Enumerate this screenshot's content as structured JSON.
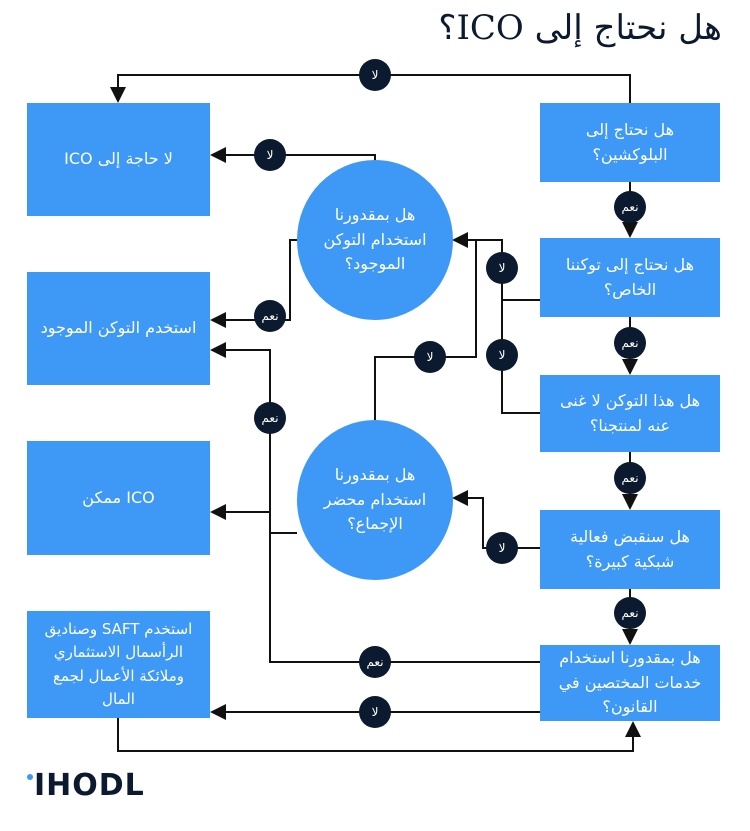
{
  "title": "هل نحتاج إلى ICO؟",
  "questions": [
    "هل نحتاج إلى البلوكشين؟",
    "هل نحتاج إلى توكننا الخاص؟",
    "هل هذا التوكن لا غنى عنه لمنتجنا؟",
    "هل سنقبض فعالية شبكية كبيرة؟",
    "هل بمقدورنا استخدام خدمات المختصين في القانون؟"
  ],
  "circles": [
    "هل بمقدورنا استخدام التوكن الموجود؟",
    "هل بمقدورنا استخدام محضر الإجماع؟"
  ],
  "outcomes": [
    "لا حاجة إلى ICO",
    "استخدم التوكن الموجود",
    "ICO ممكن",
    "استخدم SAFT وصناديق الرأسمال الاستثماري وملائكة الأعمال لجمع المال"
  ],
  "labels": {
    "yes": "نعم",
    "no": "لا"
  },
  "logo": "IHODL",
  "colors": {
    "box": "#3e98f6",
    "badge": "#0b1a2e"
  }
}
